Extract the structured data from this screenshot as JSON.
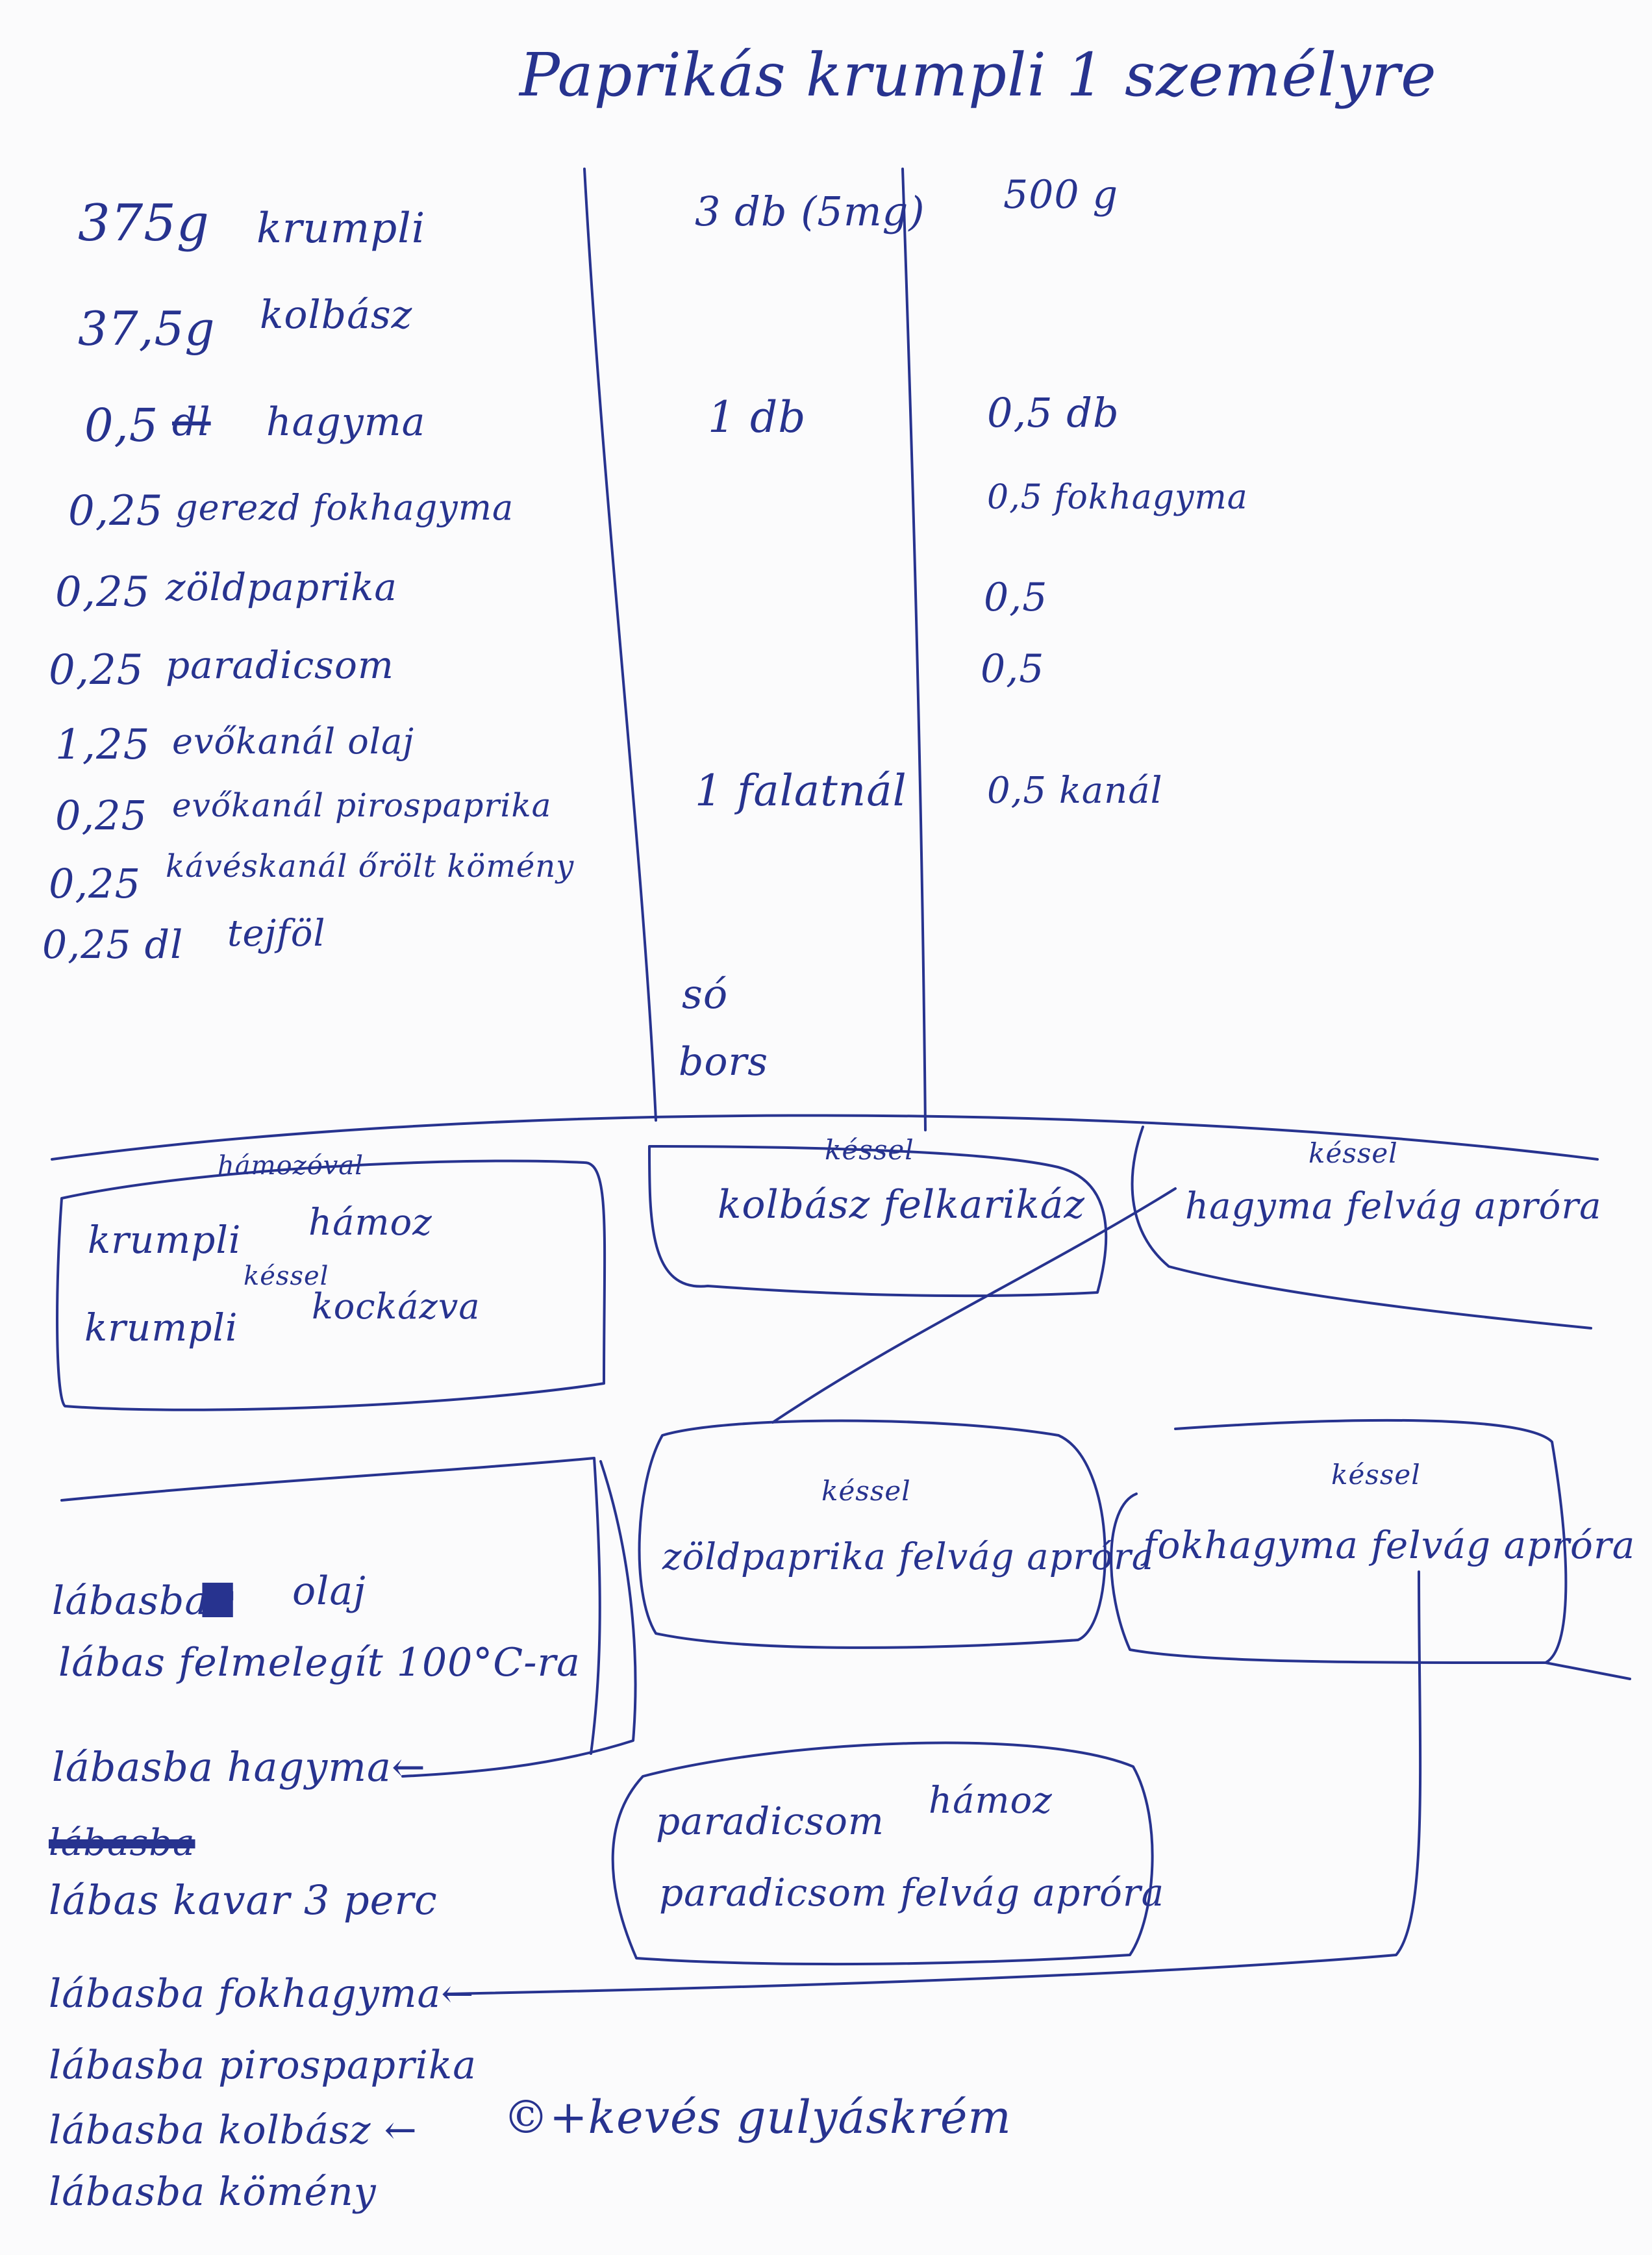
{
  "page": {
    "title": "Paprikás krumpli 1 személyre",
    "ink_color": "#27338f",
    "paper_color": "#fbfbfc"
  },
  "ingredients": {
    "left": [
      {
        "qty": "375g",
        "name": "krumpli"
      },
      {
        "qty": "37,5g",
        "name": "kolbász"
      },
      {
        "qty": "0,5",
        "unit_struck": "dl",
        "name": "hagyma"
      },
      {
        "qty": "0,25",
        "name": "gerezd fokhagyma"
      },
      {
        "qty": "0,25",
        "name": "zöldpaprika"
      },
      {
        "qty": "0,25",
        "name": "paradicsom"
      },
      {
        "qty": "1,25",
        "name": "evőkanál olaj"
      },
      {
        "qty": "0,25",
        "name": "evőkanál pirospaprika"
      },
      {
        "qty": "0,25",
        "name": "kávéskanál őrölt kömény"
      },
      {
        "qty": "0,25 dl",
        "name": "tejföl"
      }
    ],
    "middle": {
      "r1": "3 db (5mg)",
      "r2": "1 db",
      "r3": "1 falatnál",
      "salt": "só",
      "salt2": "bors"
    },
    "right": {
      "r1": "500 g",
      "r2": "0,5 db",
      "r3": "0,5 fokhagyma",
      "r4": "0,5",
      "r5": "0,5",
      "r6": "0,5 kanál"
    }
  },
  "prep": {
    "box1": {
      "tool": "hámozóval",
      "line1a": "krumpli",
      "line1b": "hámoz",
      "tool2": "késsel",
      "line2a": "krumpli",
      "line2b": "kockázva"
    },
    "box2": {
      "tool": "késsel",
      "text": "kolbász felkarikáz"
    },
    "box3": {
      "tool": "késsel",
      "text": "hagyma felvág apróra"
    },
    "box4": {
      "tool": "késsel",
      "text": "zöldpaprika felvág apróra"
    },
    "box5": {
      "tool": "késsel",
      "text": "fokhagyma felvág apróra"
    },
    "box6": {
      "line1a": "paradicsom",
      "line1b": "hámoz",
      "line2": "paradicsom felvág apróra"
    }
  },
  "steps": [
    {
      "text": "lábasba",
      "mark": "▆",
      "rest": "olaj",
      "type": "scribbled"
    },
    {
      "text": "lábas felmelegít 100°C-ra"
    },
    {
      "text": "lábasba hagyma←"
    },
    {
      "text": "lábasba",
      "type": "crossed"
    },
    {
      "text": "lábas kavar 3 perc"
    },
    {
      "text": "lábasba fokhagyma←"
    },
    {
      "text": "lábasba pirospaprika"
    },
    {
      "text": "lábasba kolbász ←"
    },
    {
      "text": "lábasba kömény"
    }
  ],
  "note": "©+kevés gulyáskrém"
}
